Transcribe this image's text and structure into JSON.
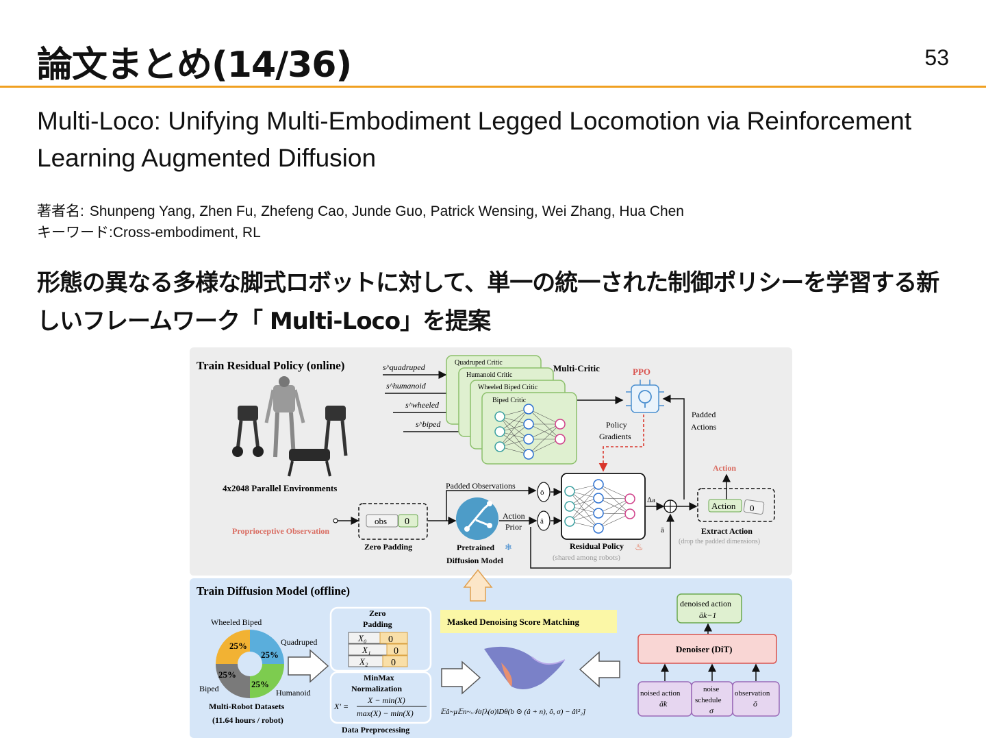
{
  "slide": {
    "title": "論文まとめ(14/36)",
    "page_number": "53"
  },
  "paper": {
    "title": "Multi-Loco: Unifying Multi-Embodiment Legged Locomotion via Reinforcement Learning Augmented Diffusion",
    "authors_label": "著者名:",
    "authors": "Shunpeng Yang, Zhen Fu, Zhefeng Cao, Junde Guo, Patrick Wensing, Wei Zhang, Hua Chen",
    "keywords_label": "キーワード:",
    "keywords": "Cross-embodiment, RL",
    "summary": "形態の異なる多様な脚式ロボットに対して、単一の統一された制御ポリシーを学習する新しいフレームワーク「 Multi-Loco」を提案"
  },
  "figure": {
    "top_panel_title": "Train Residual Policy (online)",
    "envs_label": "4x2048 Parallel Environments",
    "inputs": [
      "s^quadruped",
      "s^humanoid",
      "s^wheeled",
      "s^biped"
    ],
    "critics": [
      "Quadruped Critic",
      "Humanoid Critic",
      "Wheeled Biped Critic",
      "Biped Critic"
    ],
    "multi_critic": "Multi-Critic",
    "ppo": "PPO",
    "policy_gradients": "Policy Gradients",
    "padded_actions": "Padded Actions",
    "padded_observations": "Padded Observations",
    "obs_hat": "ô",
    "a_hat": "â",
    "a_bar": "ā",
    "delta_a": "Δa",
    "action_prior": "Action Prior",
    "proprio": "Proprioceptive Observation",
    "obs": "obs",
    "zero": "0",
    "zero_padding": "Zero Padding",
    "pretrained": "Pretrained",
    "diffusion_model": "Diffusion Model",
    "residual_policy": "Residual Policy",
    "shared": "(shared among robots)",
    "action": "Action",
    "extract_action": "Extract Action",
    "drop_padded": "(drop the padded dimensions)",
    "bottom_panel_title": "Train Diffusion Model (offline)",
    "pie_labels": [
      "Wheeled Biped",
      "Quadruped",
      "Biped",
      "Humanoid"
    ],
    "pie_pct": "25%",
    "datasets_label": "Multi-Robot Datasets",
    "datasets_sub": "(11.64 hours / robot)",
    "zero_padding_box": "Zero Padding",
    "x_rows": [
      "X₀",
      "X₁",
      "X₂"
    ],
    "minmax": "MinMax Normalization",
    "formula_lhs": "X′ =",
    "formula_num": "X − min(X)",
    "formula_den": "max(X) − min(X)",
    "data_preprocessing": "Data Preprocessing",
    "masked": "Masked Denoising Score  Matching",
    "loss": "𝔼â~μ𝔼n~𝒩σ[λ(σ)‖Dθ(b ⊙ (â + n), ô, σ) − â‖²₂]",
    "denoised_action": "denoised action",
    "a_k1": "āk−1",
    "denoiser": "Denoiser (DiT)",
    "noised_action": "noised action",
    "a_k": "āk",
    "noise_schedule": "noise schedule",
    "sigma": "σ",
    "observation": "observation",
    "o_bar": "ō"
  },
  "colors": {
    "accent_rule": "#f0a020",
    "ppo_red": "#d9534f",
    "critic_green": "#dff0d0",
    "panel_gray": "#ededed",
    "panel_blue": "#d6e6f8"
  }
}
